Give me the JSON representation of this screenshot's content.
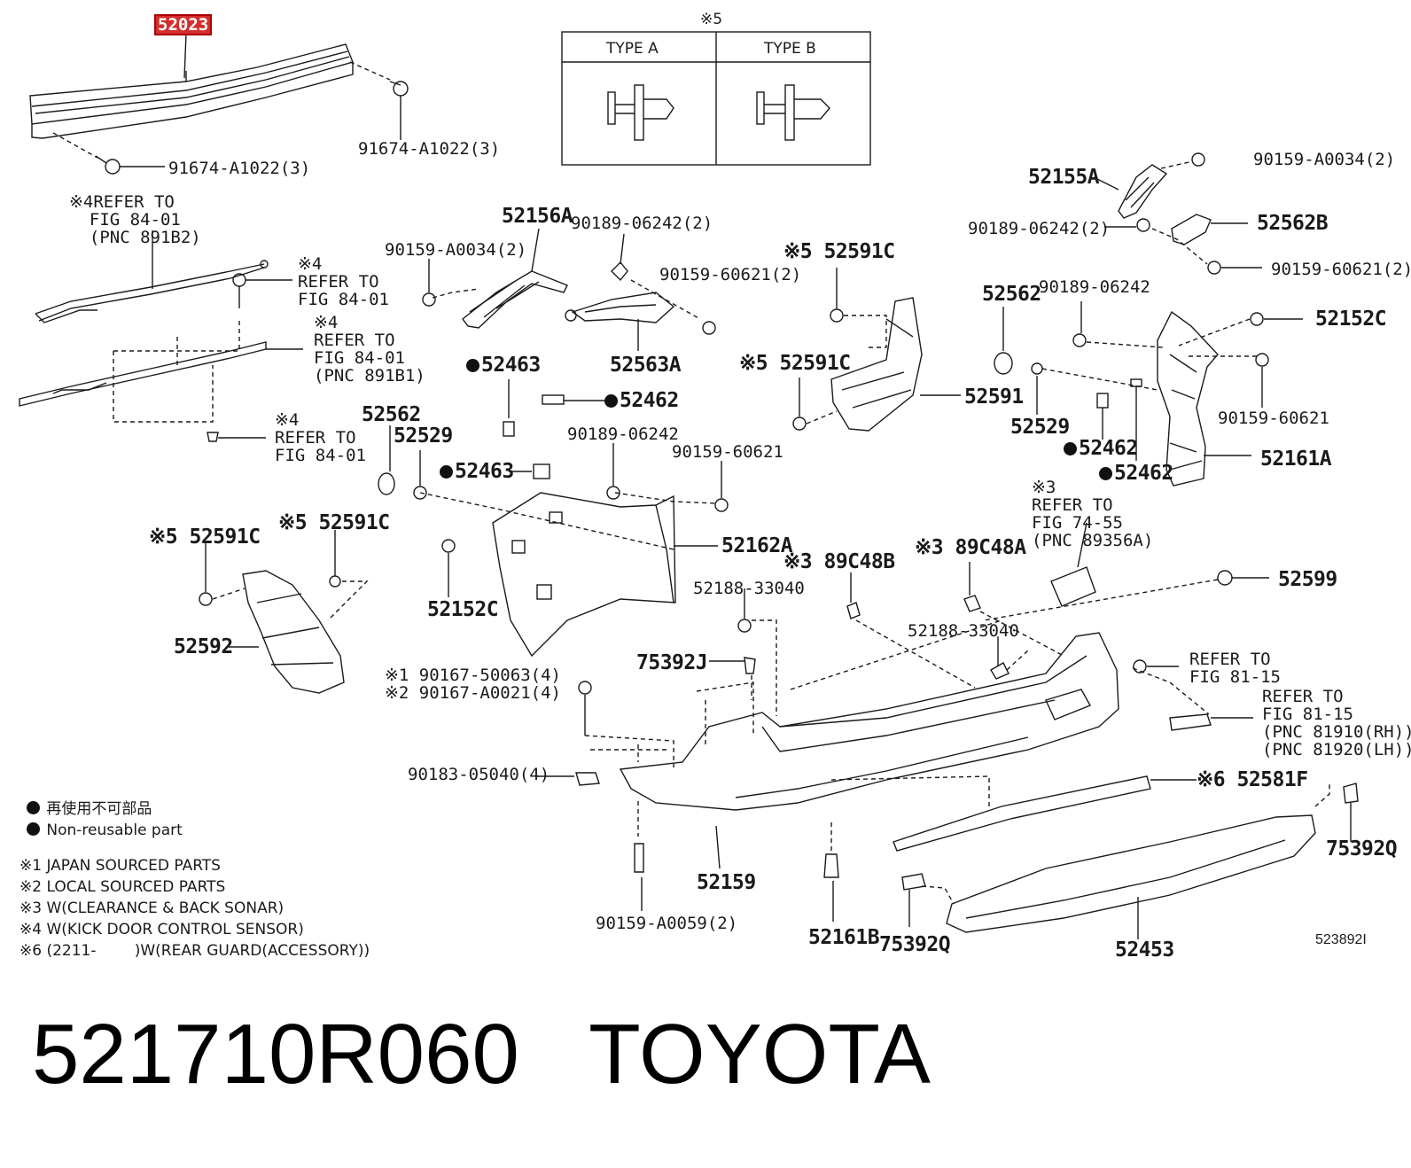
{
  "header": {
    "top_part_number": "52023",
    "note_mark": "※5",
    "type_a": "TYPE A",
    "type_b": "TYPE B"
  },
  "labels": {
    "bolt_91674_top": "91674-A1022(3)",
    "bolt_91674_left": "91674-A1022(3)",
    "refer4_a": "※4REFER TO\n  FIG 84-01\n  (PNC 891B2)",
    "refer4_b": "※4\nREFER TO\nFIG 84-01",
    "refer4_c": "※4\nREFER TO\nFIG 84-01\n(PNC 891B1)",
    "refer4_d": "※4\nREFER TO\nFIG 84-01",
    "p52156A": "52156A",
    "p90189_06242_2_a": "90189-06242(2)",
    "p90159_A0034_2_a": "90159-A0034(2)",
    "p90159_60621_2_a": "90159-60621(2)",
    "p52563A": "52563A",
    "p52463_a": "52463",
    "p52462_a": "52462",
    "p52562_a": "52562",
    "p52529_a": "52529",
    "p52463_b": "52463",
    "p90189_06242_b": "90189-06242",
    "p90159_60621_b": "90159-60621",
    "p52162A": "52162A",
    "p52152C_a": "52152C",
    "p52591C_a": "※5 52591C",
    "p52591C_b": "※5 52591C",
    "p52591C_c": "※5 52591C",
    "p52591C_d": "※5 52591C",
    "p52592": "52592",
    "p52591": "52591",
    "p52155A": "52155A",
    "p90159_A0034_2_b": "90159-A0034(2)",
    "p90189_06242_2_b": "90189-06242(2)",
    "p52562B": "52562B",
    "p90159_60621_2_b": "90159-60621(2)",
    "p52562_b": "52562",
    "p90189_06242_c": "90189-06242",
    "p52152C_b": "52152C",
    "p90159_60621_c": "90159-60621",
    "p52529_b": "52529",
    "p52462_b": "52462",
    "p52462_c": "52462",
    "p52161A": "52161A",
    "refer3": "※3\nREFER TO\nFIG 74-55\n(PNC 89356A)",
    "p52599": "52599",
    "p52188_33040_a": "52188-33040",
    "p52188_33040_b": "52188-33040",
    "p89C48B": "※3 89C48B",
    "p89C48A": "※3 89C48A",
    "p75392J": "75392J",
    "refer_81_15_a": "REFER TO\nFIG 81-15",
    "refer_81_15_b": "REFER TO\nFIG 81-15\n(PNC 81910(RH))\n(PNC 81920(LH))",
    "p90167": "※1 90167-50063(4)\n※2 90167-A0021(4)",
    "p90183": "90183-05040(4)",
    "p52581F": "※6 52581F",
    "p52159": "52159",
    "p90159_A0059": "90159-A0059(2)",
    "p52161B": "52161B",
    "p75392Q_a": "75392Q",
    "p75392Q_b": "75392Q",
    "p52453": "52453"
  },
  "legend": {
    "jp_line": "再使用不可部品",
    "en_line": "Non-reusable part",
    "note1": "※1 JAPAN SOURCED PARTS",
    "note2": "※2 LOCAL SOURCED PARTS",
    "note3": "※3 W(CLEARANCE & BACK SONAR)",
    "note4": "※4 W(KICK DOOR CONTROL SENSOR)",
    "note6": "※6 (2211-        )W(REAR GUARD(ACCESSORY))"
  },
  "illustration_id": "523892I",
  "footer": {
    "part_number": "521710R060",
    "brand": "TOYOTA"
  },
  "colors": {
    "line": "#1a1a1a",
    "highlight": "#d32f2f",
    "background": "#ffffff"
  }
}
